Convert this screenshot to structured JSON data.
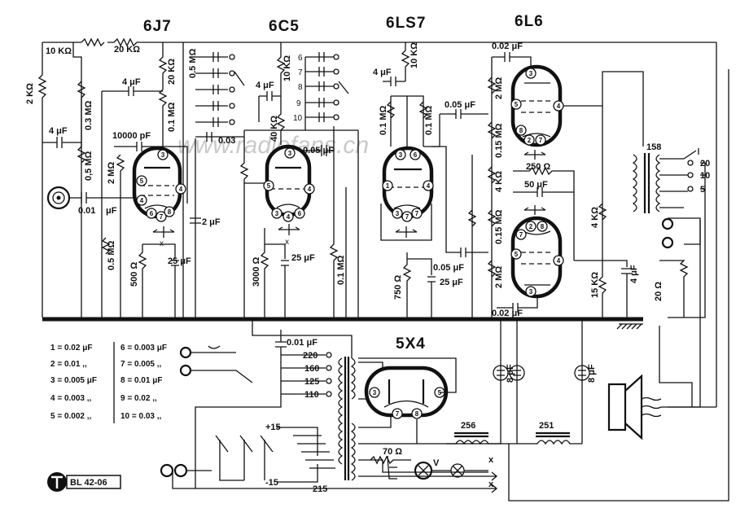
{
  "tubes": {
    "v1": "6J7",
    "v2": "6C5",
    "v3": "6LS7",
    "v4": "6L6",
    "rect": "5X4"
  },
  "labels": {
    "r_10k": "10 KΩ",
    "r_20k": "20 KΩ",
    "r_2k": "2 KΩ",
    "c_4uf_a": "4 μF",
    "r_03m": "0.3 MΩ",
    "r_05m_a": "0,5 MΩ",
    "c_10000pf": "10000 pF",
    "r_20k_b": "20 KΩ",
    "r_01m_a": "0.1 MΩ",
    "c_4uf_b": "4 μF",
    "r_2m_a": "2 MΩ",
    "c_001": "0.01",
    "uf": "μF",
    "r_05m_b": "0.5 MΩ",
    "r_500": "500 Ω",
    "c_25uf_a": "25 μF",
    "c_2uf": "2 μF",
    "r_05m_c": "0.5 MΩ",
    "c_003": "0.03",
    "r_10k_c": "10 KΩ",
    "c_4uf_c": "4 μF",
    "r_40k": "40 KΩ",
    "c_005": "0.05 μF",
    "r_3000": "3000 Ω",
    "c_25uf_b": "25 μF",
    "r_01m_b": "0.1 MΩ",
    "r_10k_d": "10 KΩ",
    "c_4uf_d": "4 μF",
    "r_01m_c": "0.1 MΩ",
    "r_01m_d": "0.1 MΩ",
    "c_005b": "0.05 μF",
    "r_750": "750 Ω",
    "c_005c": "0.05 μF",
    "c_25uf_c": "25 μF",
    "c_002_top": "0.02 μF",
    "r_2m_b": "2 MΩ",
    "r_015m_a": "0.15 MΩ",
    "r_4k_a": "4 KΩ",
    "r_250": "250 Ω",
    "c_50uf": "50 μF",
    "r_015m_b": "0.15 MΩ",
    "r_2m_c": "2 MΩ",
    "c_002_bot": "0.02 μF",
    "t_158": "158",
    "tap_20": "20",
    "tap_10": "10",
    "tap_5": "5",
    "r_4k_b": "4 KΩ",
    "r_15k": "15 KΩ",
    "c_4uf_e": "4 μF",
    "r_20": "20 Ω",
    "c_001_b": "0.01 μF",
    "v_220": "220",
    "v_160": "160",
    "v_125": "125",
    "v_110": "110",
    "c_8uf_a": "8 μF",
    "c_8uf_b": "8 μF",
    "choke_256": "256",
    "choke_251": "251",
    "plus15": "+15",
    "minus15": "-15",
    "t_215": "215",
    "r_70": "70 Ω",
    "lamp_v": "V",
    "x1": "x",
    "x2": "x",
    "code": "BL 42-06",
    "watermark": "www.radiofans.cn"
  },
  "legend": [
    "1 = 0.02 μF",
    "2 = 0.01  ,,",
    "3 = 0.005 μF",
    "4 = 0.003 ,,",
    "5 = 0.002 ,,",
    "6 = 0.003 μF",
    "7 = 0.005 ,,",
    "8 = 0.01 μF",
    "9 = 0.02 ,,",
    "10 = 0.03 ,,"
  ],
  "switch_positions": [
    "6",
    "7",
    "8",
    "9",
    "10"
  ],
  "pins": [
    "1",
    "2",
    "3",
    "4",
    "5",
    "6",
    "7",
    "8"
  ]
}
